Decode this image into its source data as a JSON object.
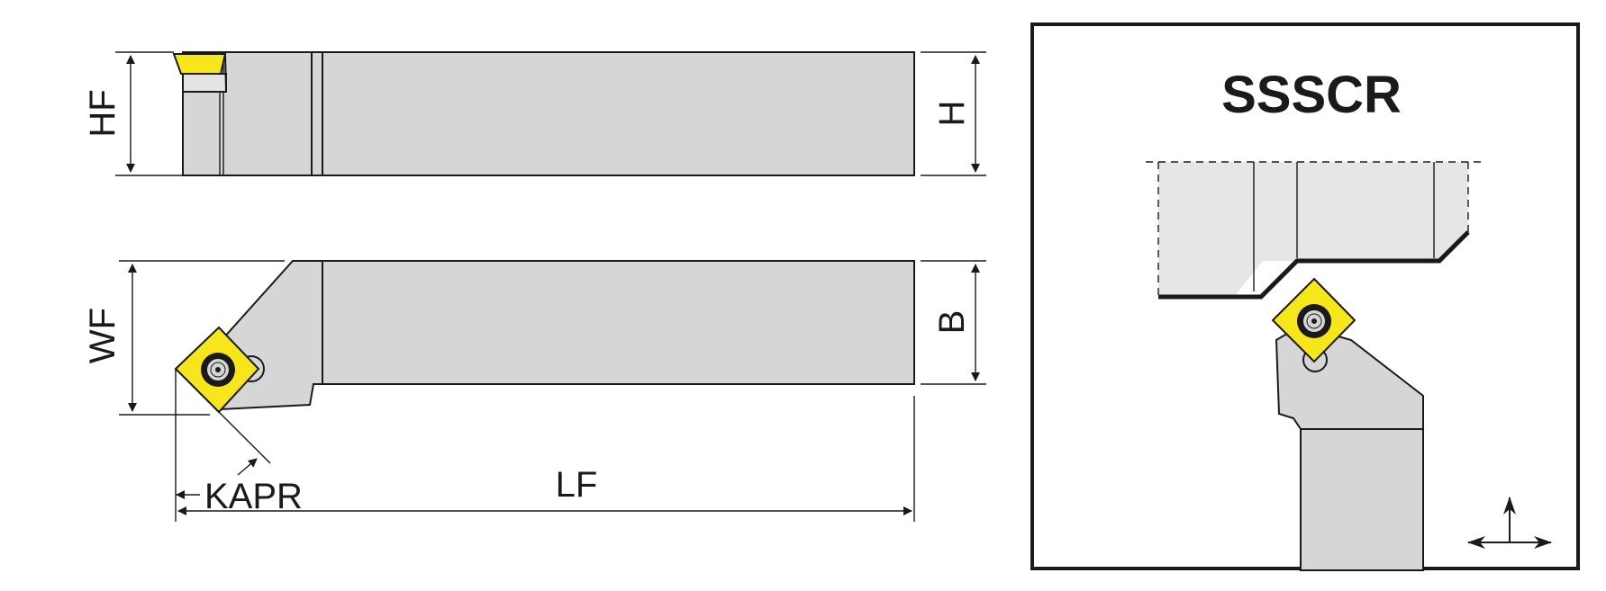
{
  "diagram": {
    "labels": {
      "hf": "HF",
      "h": "H",
      "wf": "WF",
      "b": "B",
      "lf": "LF",
      "kapr": "KAPR"
    },
    "detail": {
      "title": "SSSCR"
    },
    "colors": {
      "body_fill": "#d6d6d6",
      "body_light": "#e4e4e4",
      "insert_yellow": "#f7e61c",
      "outline": "#1a1a1a",
      "background": "#ffffff"
    },
    "icons": [
      "insert-screw-icon",
      "axis-arrows-icon"
    ]
  }
}
